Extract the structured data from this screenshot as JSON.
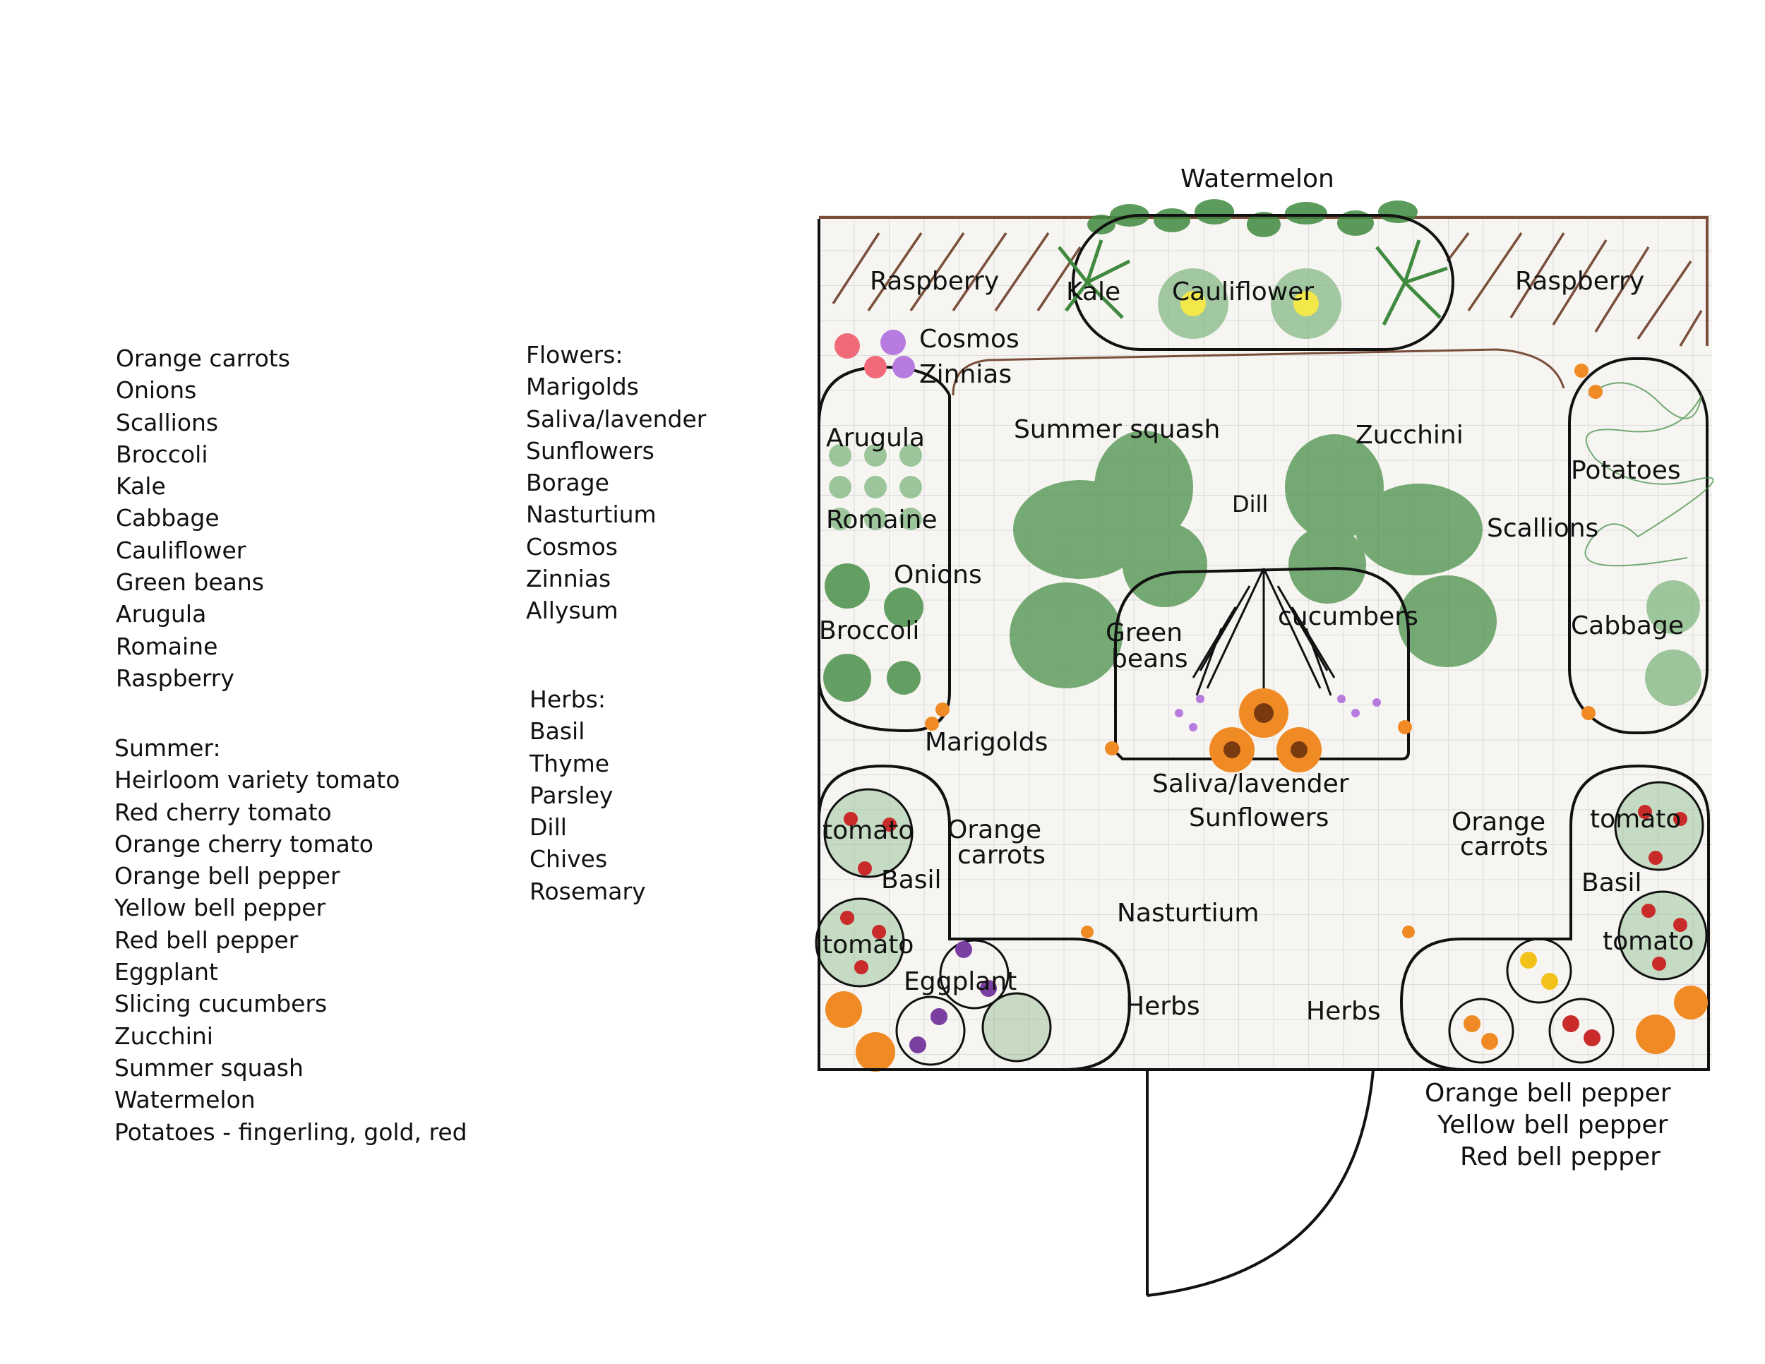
{
  "lists": {
    "spring": [
      "Orange carrots",
      "Onions",
      "Scallions",
      "Broccoli",
      "Kale",
      "Cabbage",
      "Cauliflower",
      "Green beans",
      "Arugula",
      "Romaine",
      "Raspberry"
    ],
    "summer_title": "Summer:",
    "summer": [
      "Heirloom variety tomato",
      "Red cherry tomato",
      "Orange cherry tomato",
      "Orange bell pepper",
      "Yellow bell pepper",
      "Red bell pepper",
      "Eggplant",
      "Slicing cucumbers",
      "Zucchini",
      "Summer squash",
      "Watermelon",
      "Potatoes - fingerling, gold, red"
    ],
    "flowers_title": "Flowers:",
    "flowers": [
      "Marigolds",
      "Saliva/lavender",
      "Sunflowers",
      "Borage",
      "Nasturtium",
      "Cosmos",
      "Zinnias",
      "Allysum"
    ],
    "herbs_title": "Herbs:",
    "herbs": [
      "Basil",
      "Thyme",
      "Parsley",
      "Dill",
      "Chives",
      "Rosemary"
    ]
  },
  "plan": {
    "watermelon": "Watermelon",
    "raspberry_left": "Raspberry",
    "raspberry_right": "Raspberry",
    "kale": "Kale",
    "cauliflower": "Cauliflower",
    "cosmos": "Cosmos",
    "zinnias": "Zinnias",
    "arugula": "Arugula",
    "romaine": "Romaine",
    "onions": "Onions",
    "broccoli": "Broccoli",
    "summer_squash": "Summer squash",
    "zucchini": "Zucchini",
    "dill": "Dill",
    "potatoes": "Potatoes",
    "scallions": "Scallions",
    "cabbage": "Cabbage",
    "green_beans_1": "Green",
    "green_beans_2": "beans",
    "cucumbers": "cucumbers",
    "marigolds": "Marigolds",
    "saliva_lavender": "Saliva/lavender",
    "sunflowers": "Sunflowers",
    "tomato_left_top": "tomato",
    "tomato_left_bottom": "tomato",
    "tomato_right_top": "tomato",
    "tomato_right_bottom": "tomato",
    "basil_left": "Basil",
    "basil_right": "Basil",
    "orange_carrots_left_1": "Orange",
    "orange_carrots_left_2": "carrots",
    "orange_carrots_right_1": "Orange",
    "orange_carrots_right_2": "carrots",
    "nasturtium": "Nasturtium",
    "eggplant": "Eggplant",
    "herbs_left": "Herbs",
    "herbs_right": "Herbs",
    "orange_bell_pepper": "Orange bell pepper",
    "yellow_bell_pepper": "Yellow bell pepper",
    "red_bell_pepper": "Red bell pepper"
  },
  "colors": {
    "grid": "#dcdcdc",
    "paper": "#f6f5f1",
    "fence": "#7a4e3a",
    "foliage": "#3f8a3f",
    "foliage_light": "#7fb57f",
    "orange_flower": "#f08a24",
    "pink_flower": "#f06a7a",
    "purple_flower": "#b77be0",
    "tomato_red": "#c92a2a",
    "pepper_yellow": "#f2c21b",
    "eggplant_purple": "#7a3fa0"
  }
}
